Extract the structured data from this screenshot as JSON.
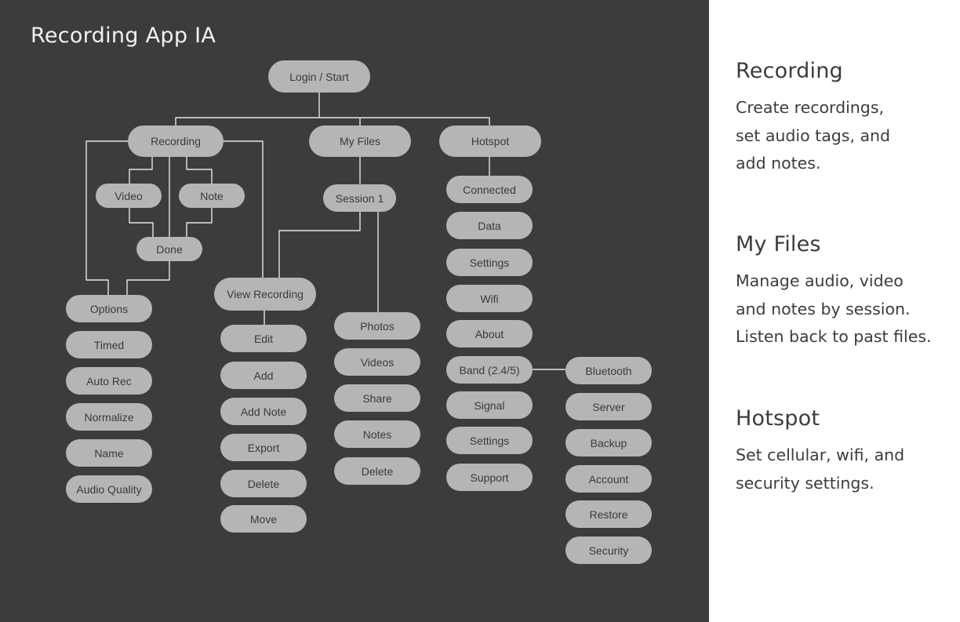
{
  "diagram": {
    "title": "Recording App IA",
    "nodes": {
      "login_start": "Login / Start",
      "recording": "Recording",
      "my_files": "My Files",
      "hotspot": "Hotspot",
      "video": "Video",
      "note": "Note",
      "done": "Done",
      "options": "Options",
      "timed": "Timed",
      "auto_rec": "Auto Rec",
      "normalize": "Normalize",
      "name": "Name",
      "audio_quality": "Audio Quality",
      "session_1": "Session 1",
      "view_recording": "View Recording",
      "edit": "Edit",
      "add": "Add",
      "add_note": "Add Note",
      "export": "Export",
      "delete_rec": "Delete",
      "move": "Move",
      "photos": "Photos",
      "videos": "Videos",
      "share": "Share",
      "notes": "Notes",
      "delete_files": "Delete",
      "connected": "Connected",
      "data": "Data",
      "settings_1": "Settings",
      "wifi": "Wifi",
      "about": "About",
      "band": "Band (2.4/5)",
      "signal": "Signal",
      "settings_2": "Settings",
      "support": "Support",
      "bluetooth": "Bluetooth",
      "server": "Server",
      "backup": "Backup",
      "account": "Account",
      "restore": "Restore",
      "security": "Security"
    },
    "colors": {
      "panel": "#3d3b3d",
      "node": "#b5b5b5",
      "node_text": "#3a3a3a",
      "connector": "#e6e6e6",
      "title": "#f2f2f2"
    }
  },
  "sidebar": {
    "sections": [
      {
        "heading": "Recording",
        "body": "Create recordings,\nset audio tags, and\nadd notes."
      },
      {
        "heading": "My Files",
        "body": "Manage audio, video\nand notes by session.\nListen back to past files."
      },
      {
        "heading": "Hotspot",
        "body": "Set cellular, wifi, and\n security settings."
      }
    ]
  }
}
